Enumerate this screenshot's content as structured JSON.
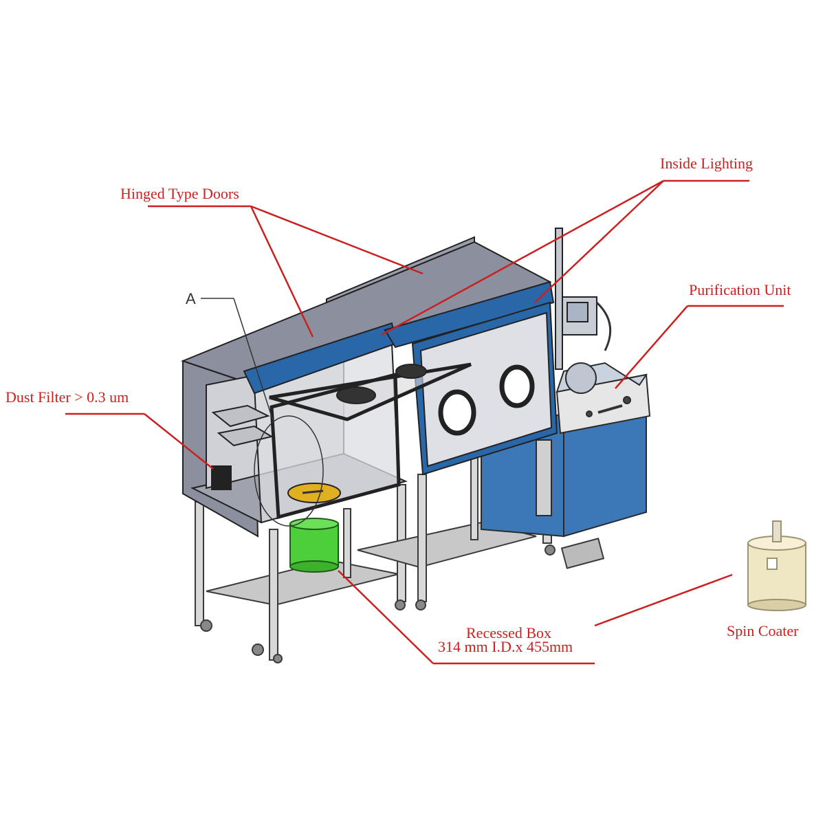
{
  "labels": {
    "hinged_doors": "Hinged Type Doors",
    "inside_lighting": "Inside Lighting",
    "purification_unit": "Purification Unit",
    "dust_filter": "Dust Filter > 0.3 um",
    "recessed_box_line1": "Recessed Box",
    "recessed_box_line2": "314 mm I.D.x 455mm",
    "spin_coater": "Spin Coater",
    "marker_a": "A"
  },
  "colors": {
    "annotation": "#cc1f1f",
    "frame_blue": "#2a67a8",
    "panel_gray": "#8b8f9e",
    "cabinet_blue": "#3c78b8",
    "recessed_box_green": "#4ccf3a",
    "turntable_yellow": "#e0b020",
    "spin_coater_body": "#efe6c4"
  }
}
